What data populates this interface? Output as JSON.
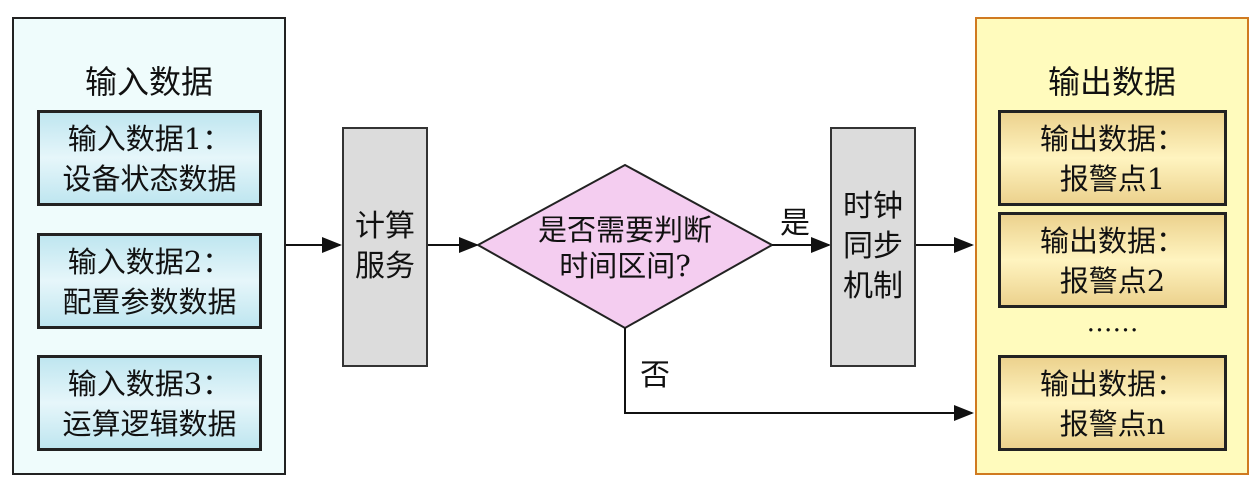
{
  "input_group": {
    "title": "输入数据",
    "items": [
      {
        "line1": "输入数据1：",
        "line2": "设备状态数据"
      },
      {
        "line1": "输入数据2：",
        "line2": "配置参数数据"
      },
      {
        "line1": "输入数据3：",
        "line2": "运算逻辑数据"
      }
    ]
  },
  "compute": {
    "line1": "计算",
    "line2": "服务"
  },
  "decision": {
    "line1": "是否需要判断",
    "line2": "时间区间?",
    "yes": "是",
    "no": "否"
  },
  "clock": {
    "line1": "时钟",
    "line2": "同步",
    "line3": "机制"
  },
  "output_group": {
    "title": "输出数据",
    "items": [
      {
        "line1": "输出数据：",
        "line2": "报警点1"
      },
      {
        "line1": "输出数据：",
        "line2": "报警点2"
      },
      {
        "line1": "输出数据：",
        "line2": "报警点n"
      }
    ],
    "ellipsis": "……"
  },
  "colors": {
    "input_bg": "#effcfc",
    "output_bg": "#fffbbd",
    "output_border": "#d07a20",
    "diamond": "#f4cdf0",
    "process": "#dcdcdc"
  }
}
